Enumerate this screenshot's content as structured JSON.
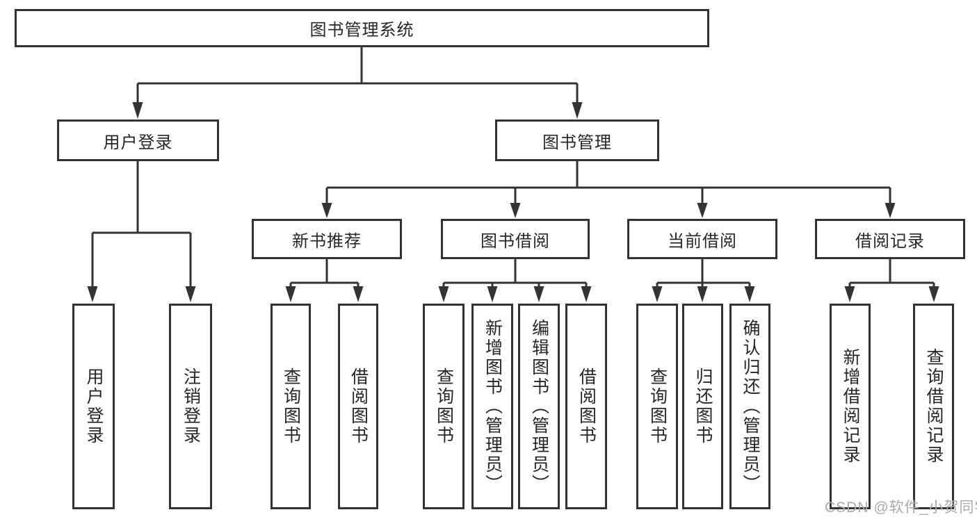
{
  "tree": {
    "root": {
      "label": "图书管理系统",
      "children": [
        {
          "label": "用户登录",
          "children": [
            {
              "label": "用户登录"
            },
            {
              "label": "注销登录"
            }
          ]
        },
        {
          "label": "图书管理",
          "children": [
            {
              "label": "新书推荐",
              "children": [
                {
                  "label": "查询图书"
                },
                {
                  "label": "借阅图书"
                }
              ]
            },
            {
              "label": "图书借阅",
              "children": [
                {
                  "label": "查询图书"
                },
                {
                  "label": "新增图书（管理员）"
                },
                {
                  "label": "编辑图书（管理员）"
                },
                {
                  "label": "借阅图书"
                }
              ]
            },
            {
              "label": "当前借阅",
              "children": [
                {
                  "label": "查询图书"
                },
                {
                  "label": "归还图书"
                },
                {
                  "label": "确认归还（管理员）"
                }
              ]
            },
            {
              "label": "借阅记录",
              "children": [
                {
                  "label": "新增借阅记录"
                },
                {
                  "label": "查询借阅记录"
                }
              ]
            }
          ]
        }
      ]
    }
  },
  "watermark": {
    "text": "CSDN @软件_小贺同学"
  },
  "colors": {
    "line": "#333333",
    "box_border": "#333333",
    "text": "#262626",
    "background": "#ffffff",
    "watermark": "#a9a9a9"
  }
}
